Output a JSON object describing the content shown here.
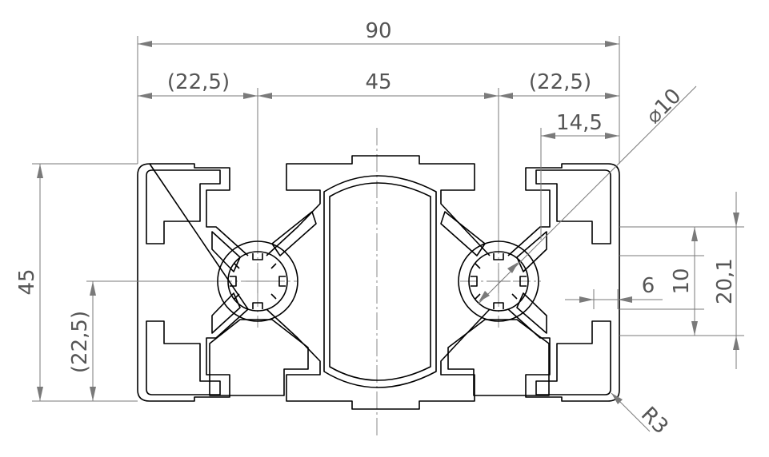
{
  "drawing": {
    "dimensions": {
      "overall_width": "90",
      "left_offset": "(22,5)",
      "hole_spacing": "45",
      "right_offset": "(22,5)",
      "slot_depth": "14,5",
      "hole_diameter": "⌀10",
      "overall_height": "45",
      "vertical_offset": "(22,5)",
      "slot_height": "10",
      "slot_span": "20,1",
      "slot_width": "6",
      "corner_radius": "R3"
    }
  }
}
